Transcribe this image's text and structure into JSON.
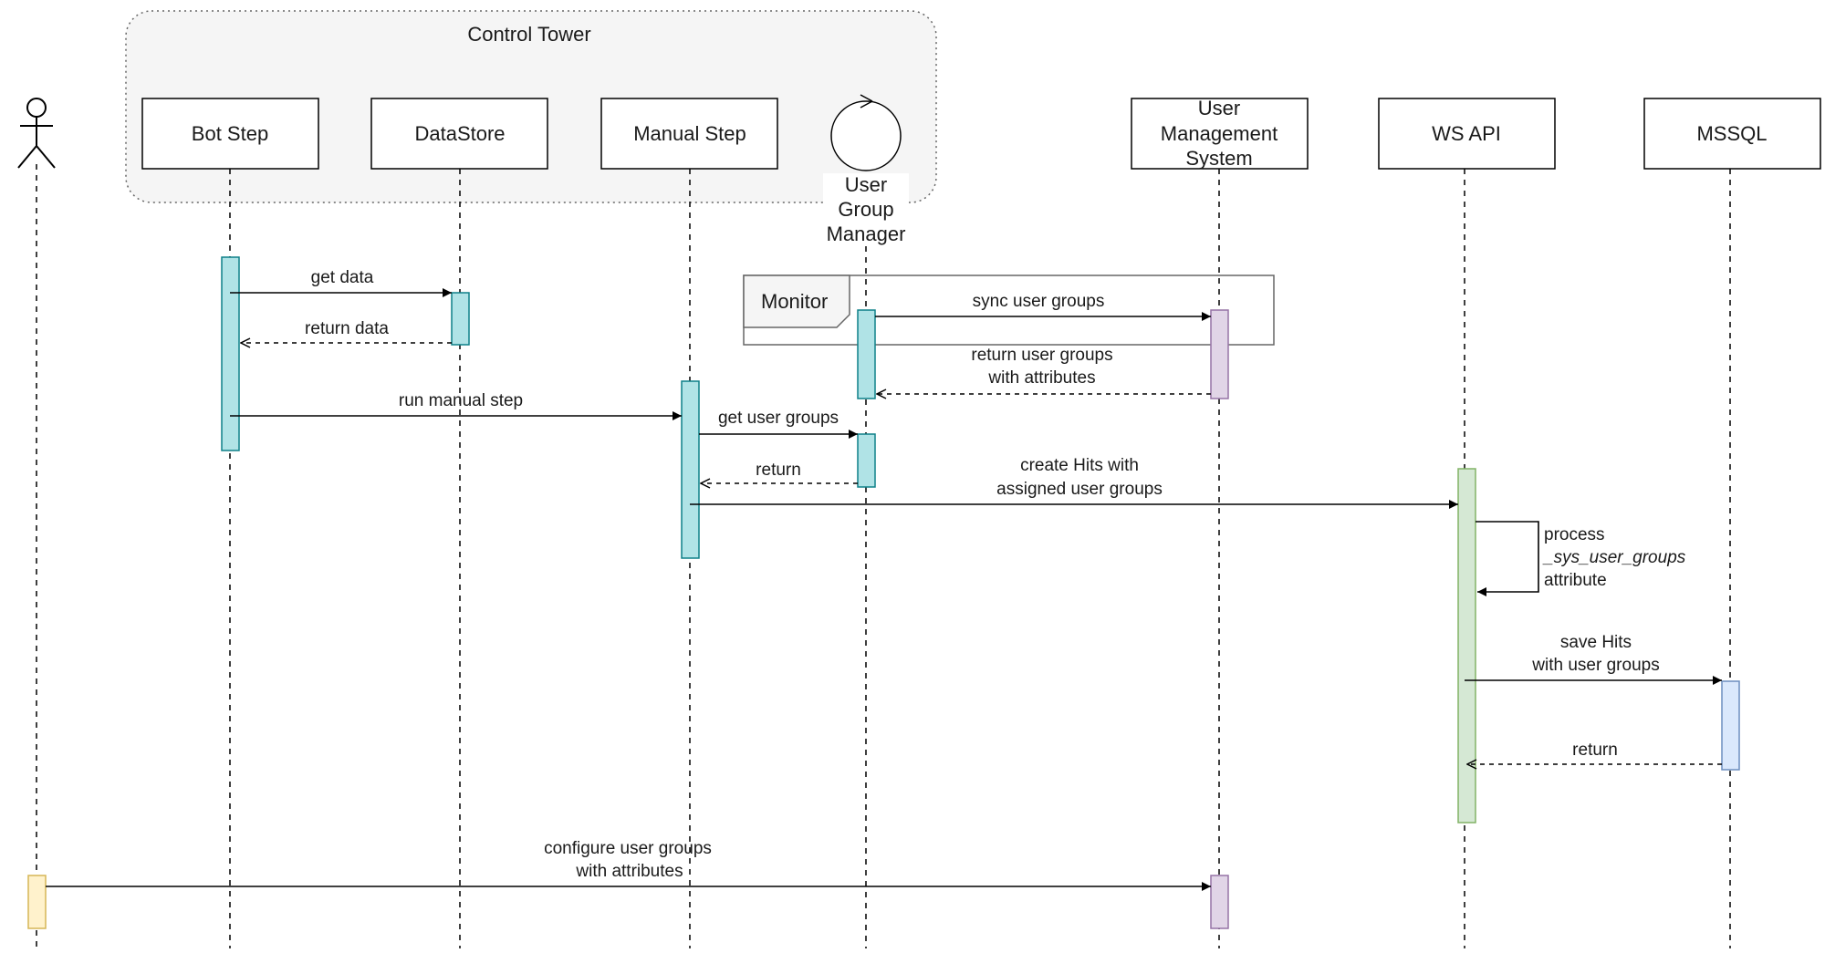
{
  "group": {
    "title": "Control Tower"
  },
  "participants": {
    "bot_step": "Bot Step",
    "datastore": "DataStore",
    "manual_step": "Manual Step",
    "ugm": [
      "User",
      "Group",
      "Manager"
    ],
    "ums": [
      "User",
      "Management",
      "System"
    ],
    "ws_api": "WS API",
    "mssql": "MSSQL"
  },
  "frame": {
    "label": "Monitor"
  },
  "messages": {
    "get_data": "get data",
    "return_data": "return data",
    "run_manual_step": "run manual step",
    "sync_user_groups": "sync user groups",
    "return_user_groups": [
      "return user groups",
      "with attributes"
    ],
    "get_user_groups": "get user groups",
    "return": "return",
    "create_hits": [
      "create Hits with",
      "assigned user groups"
    ],
    "process": {
      "line1": "process",
      "line2": "_sys_user_groups",
      "line3": "attribute"
    },
    "save_hits": [
      "save Hits",
      "with user groups"
    ],
    "return2": "return",
    "configure": [
      "configure user groups",
      "with attributes"
    ]
  },
  "colors": {
    "teal_fill": "#b0e3e6",
    "teal_stroke": "#0e8088",
    "purple_fill": "#e1d5e7",
    "purple_stroke": "#9673a6",
    "green_fill": "#d5e8d4",
    "green_stroke": "#82b366",
    "blue_fill": "#dae8fc",
    "blue_stroke": "#6c8ebf",
    "yellow_fill": "#fff2cc",
    "yellow_stroke": "#d6b656"
  }
}
